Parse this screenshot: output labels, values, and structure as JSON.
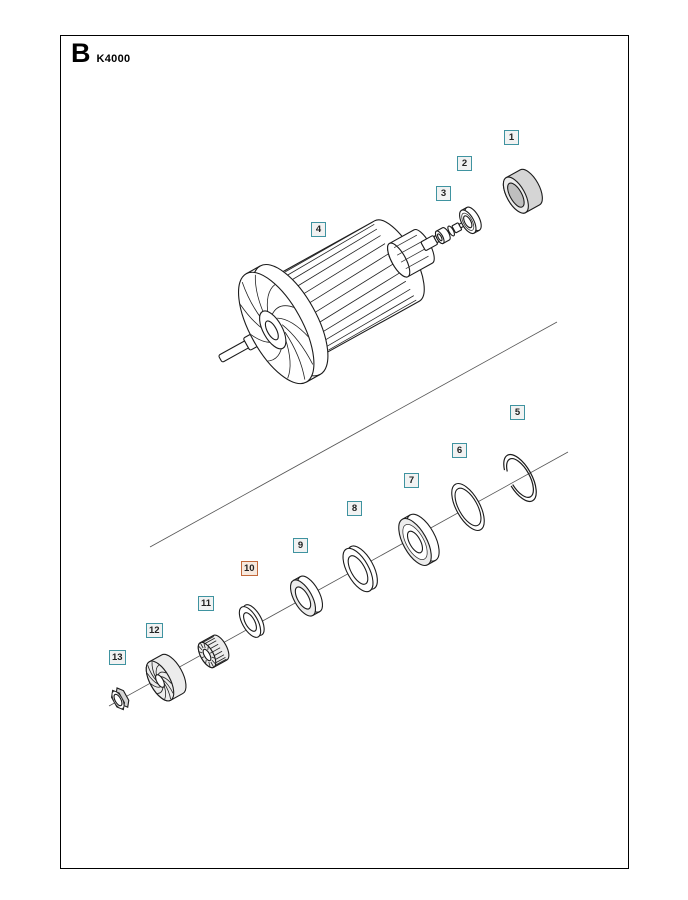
{
  "header": {
    "section": "B",
    "model": "K4000"
  },
  "callouts": [
    {
      "id": 1,
      "label": "1",
      "highlighted": false
    },
    {
      "id": 2,
      "label": "2",
      "highlighted": false
    },
    {
      "id": 3,
      "label": "3",
      "highlighted": false
    },
    {
      "id": 4,
      "label": "4",
      "highlighted": false
    },
    {
      "id": 5,
      "label": "5",
      "highlighted": false
    },
    {
      "id": 6,
      "label": "6",
      "highlighted": false
    },
    {
      "id": 7,
      "label": "7",
      "highlighted": false
    },
    {
      "id": 8,
      "label": "8",
      "highlighted": false
    },
    {
      "id": 9,
      "label": "9",
      "highlighted": false
    },
    {
      "id": 10,
      "label": "10",
      "highlighted": true
    },
    {
      "id": 11,
      "label": "11",
      "highlighted": false
    },
    {
      "id": 12,
      "label": "12",
      "highlighted": false
    },
    {
      "id": 13,
      "label": "13",
      "highlighted": false
    }
  ],
  "colors": {
    "callout_border": "#3f93a0",
    "callout_bg": "#f1f2f2",
    "highlight_border": "#c2683a",
    "highlight_bg": "#f7e9de",
    "line": "#1c1c1c",
    "frame_border": "#000000"
  }
}
